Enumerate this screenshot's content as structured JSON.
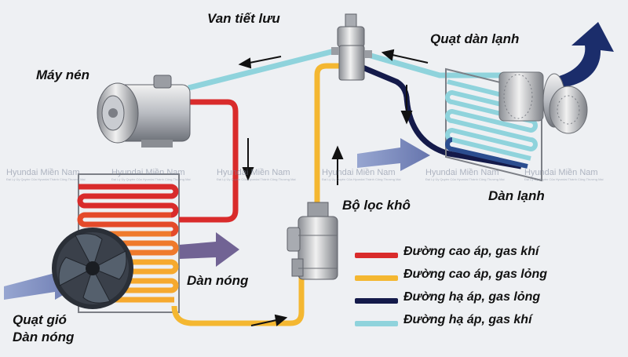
{
  "labels": {
    "expansion_valve": "Van tiết lưu",
    "evaporator_fan": "Quạt dàn lạnh",
    "compressor": "Máy nén",
    "evaporator": "Dàn lạnh",
    "receiver_drier": "Bộ lọc khô",
    "condenser": "Dàn nóng",
    "condenser_fan_line1": "Quạt gió",
    "condenser_fan_line2": "Dàn nóng"
  },
  "watermark": {
    "title": "Hyundai Miền Nam",
    "subtitle": "Đại Lý Ủy Quyền Của Hyundai Thành Công Thương Mại",
    "positions": [
      8,
      142,
      276,
      410,
      542,
      676
    ]
  },
  "legend": [
    {
      "text": "Đường cao áp, gas khí",
      "color": "#d92b2b"
    },
    {
      "text": "Đường cao áp, gas lỏng",
      "color": "#f4b731"
    },
    {
      "text": "Đường hạ áp, gas lỏng",
      "color": "#141a4a"
    },
    {
      "text": "Đường hạ áp, gas khí",
      "color": "#8fd3dc"
    }
  ],
  "colors": {
    "high_pressure_gas": "#d92b2b",
    "high_pressure_liquid": "#f4b731",
    "low_pressure_liquid": "#141a4a",
    "low_pressure_gas": "#8fd3dc",
    "airflow_arrow": "#5a6aa8",
    "evaporator_fan_arrow": "#1b2d6b"
  },
  "icons": [
    "compressor-icon",
    "expansion-valve-icon",
    "receiver-drier-icon",
    "condenser-fan-icon",
    "evaporator-blower-icon",
    "airflow-arrow-icon",
    "flow-arrow-icon"
  ]
}
